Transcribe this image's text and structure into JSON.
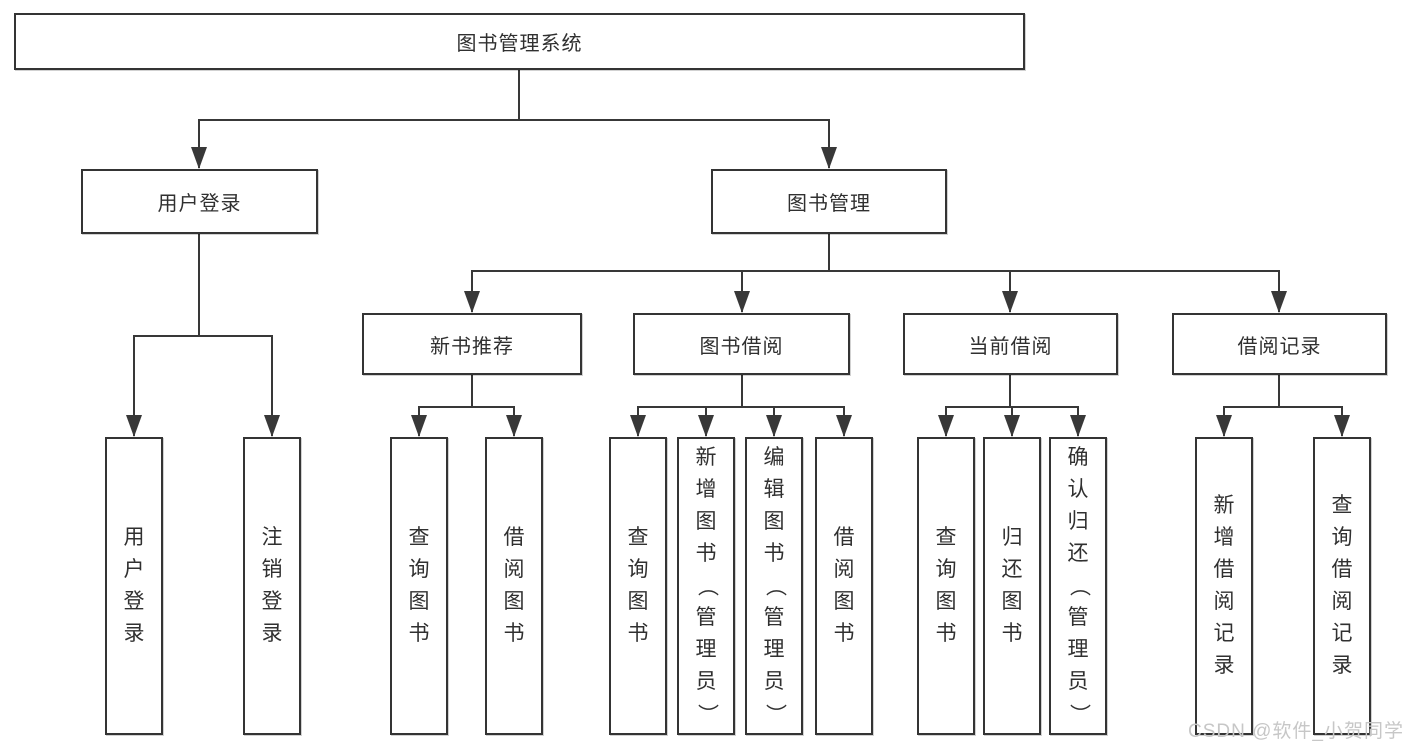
{
  "tree": {
    "root": "图书管理系统",
    "nodes": [
      {
        "label": "用户登录",
        "leaves": [
          "用户登录",
          "注销登录"
        ]
      },
      {
        "label": "图书管理",
        "groups": [
          {
            "label": "新书推荐",
            "leaves": [
              "查询图书",
              "借阅图书"
            ]
          },
          {
            "label": "图书借阅",
            "leaves": [
              "查询图书",
              "新增图书（管理员）",
              "编辑图书（管理员）",
              "借阅图书"
            ]
          },
          {
            "label": "当前借阅",
            "leaves": [
              "查询图书",
              "归还图书",
              "确认归还（管理员）"
            ]
          },
          {
            "label": "借阅记录",
            "leaves": [
              "新增借阅记录",
              "查询借阅记录"
            ]
          }
        ]
      }
    ]
  },
  "watermark": "CSDN @软件_小贺同学",
  "colors": {
    "line": "#383838",
    "border": "#343434",
    "text": "#303030",
    "watermark": "#c7c7c7",
    "background": "#ffffff"
  }
}
